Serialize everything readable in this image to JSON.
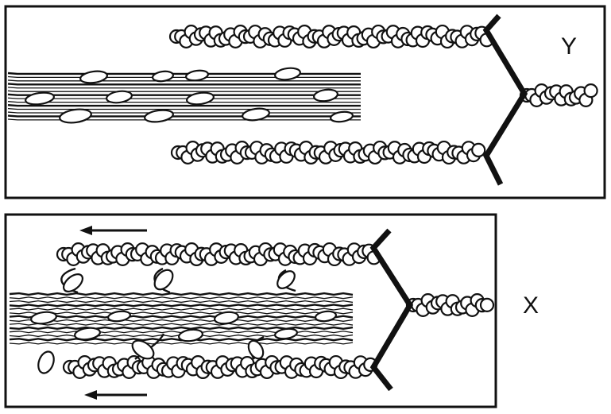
{
  "panels": [
    {
      "id": "relaxed",
      "label": "Y"
    },
    {
      "id": "contracted",
      "label": "X"
    }
  ],
  "colors": {
    "ink": "#111111",
    "bead_fill": "#ffffff",
    "background": "#ffffff"
  }
}
